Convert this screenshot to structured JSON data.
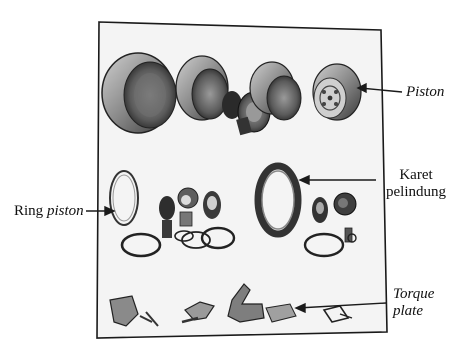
{
  "labels": {
    "piston": "Piston",
    "karet_pelindung_line1": "Karet",
    "karet_pelindung_line2": "pelindung",
    "ring_piston_prefix": "Ring ",
    "ring_piston_italic": "piston",
    "torque_plate_line1": "Torque",
    "torque_plate_line2": "plate"
  },
  "colors": {
    "ink": "#1a1a1a",
    "paper": "#ffffff",
    "photo_background": "#f4f4f4",
    "metal_dark": "#3a3a3a",
    "metal_mid": "#7a7a7a",
    "metal_light": "#c8c8c8"
  }
}
